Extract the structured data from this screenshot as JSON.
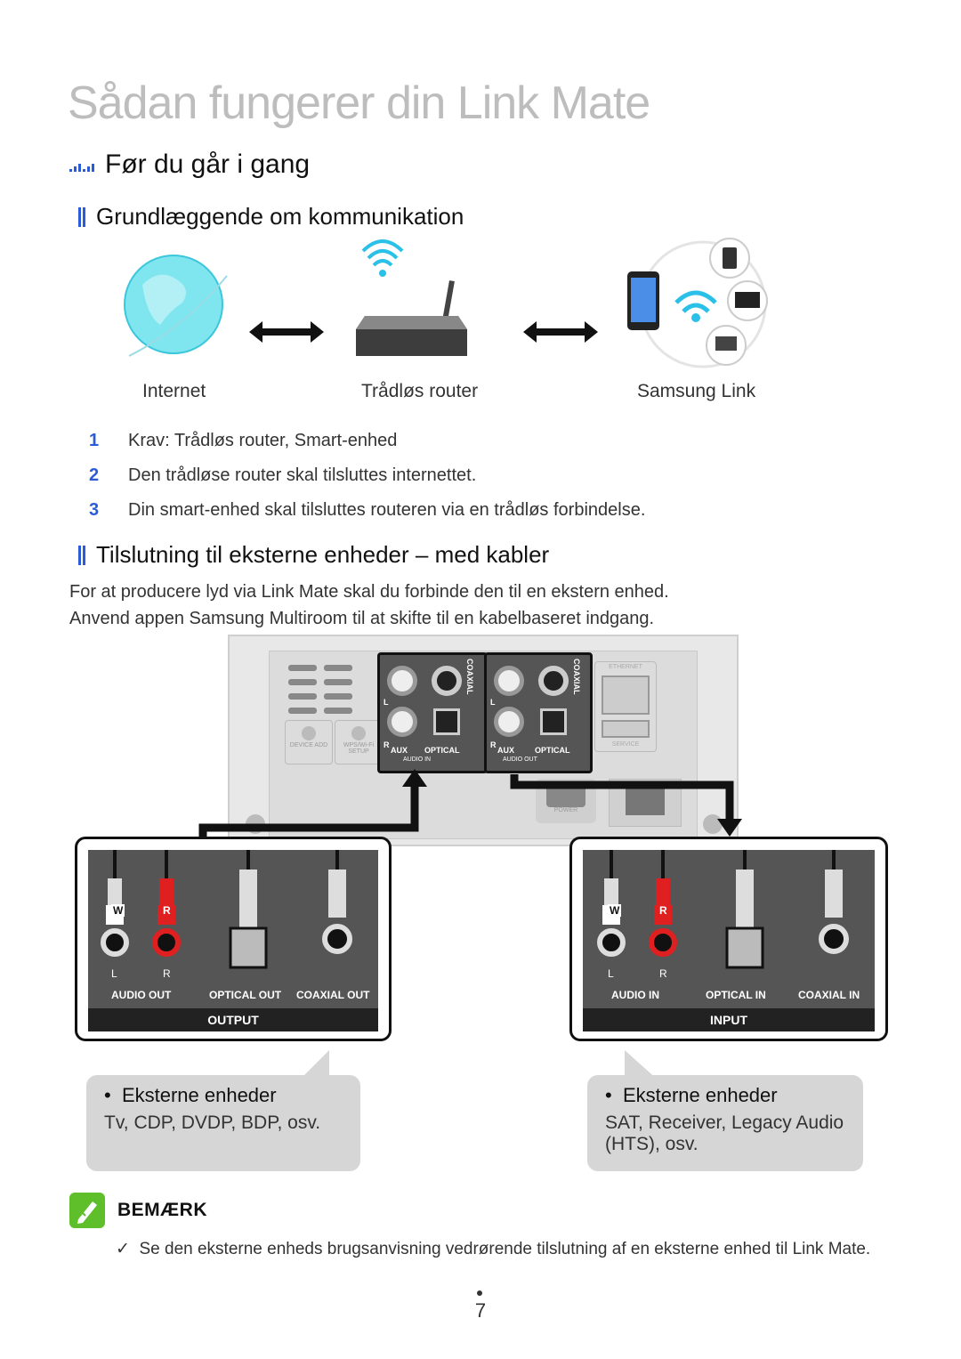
{
  "page": {
    "title": "Sådan fungerer din Link Mate",
    "section_heading": "Før du går i gang",
    "sub1": "Grundlæggende om kommunikation",
    "sub2": "Tilslutning til eksterne enheder – med kabler",
    "page_number": "7"
  },
  "diagram": {
    "labels": [
      "Internet",
      "Trådløs router",
      "Samsung Link"
    ]
  },
  "requirements": [
    {
      "num": "1",
      "text": "Krav: Trådløs router, Smart-enhed"
    },
    {
      "num": "2",
      "text": "Den trådløse router skal tilsluttes internettet."
    },
    {
      "num": "3",
      "text": "Din smart-enhed skal tilsluttes routeren via en trådløs forbindelse."
    }
  ],
  "intro": {
    "line1": "For at producere lyd via Link Mate skal du forbinde den til en ekstern enhed.",
    "line2": "Anvend appen Samsung Multiroom til at skifte til en kabelbaseret indgang."
  },
  "device_panel": {
    "ports": [
      "COAXIAL",
      "AUX",
      "OPTICAL",
      "AUDIO IN",
      "COAXIAL",
      "AUX",
      "OPTICAL",
      "AUDIO OUT",
      "ETHERNET",
      "SERVICE",
      "POWER",
      "DEVICE ADD",
      "WPS/Wi-Fi SETUP"
    ],
    "side_letters": [
      "L",
      "R"
    ]
  },
  "output_panel": {
    "plugs": [
      "W",
      "R"
    ],
    "lr": [
      "L",
      "R"
    ],
    "labels": [
      "AUDIO OUT",
      "OPTICAL OUT",
      "COAXIAL OUT"
    ],
    "footer": "OUTPUT"
  },
  "input_panel": {
    "plugs": [
      "W",
      "R"
    ],
    "lr": [
      "L",
      "R"
    ],
    "labels": [
      "AUDIO IN",
      "OPTICAL IN",
      "COAXIAL IN"
    ],
    "footer": "INPUT"
  },
  "callout_left": {
    "head": "Eksterne enheder",
    "body": "Tv, CDP, DVDP, BDP, osv."
  },
  "callout_right": {
    "head": "Eksterne enheder",
    "body_line1": "SAT, Receiver, Legacy Audio",
    "body_line2": "(HTS), osv."
  },
  "note": {
    "label": "BEMÆRK",
    "text": "Se den eksterne enheds brugsanvisning vedrørende tilslutning af en eksterne enhed til Link Mate."
  },
  "colors": {
    "accent": "#2b5bd6",
    "title_gray": "#bdbdbd",
    "note_green": "#5fbf2a",
    "red_plug": "#e02020"
  }
}
